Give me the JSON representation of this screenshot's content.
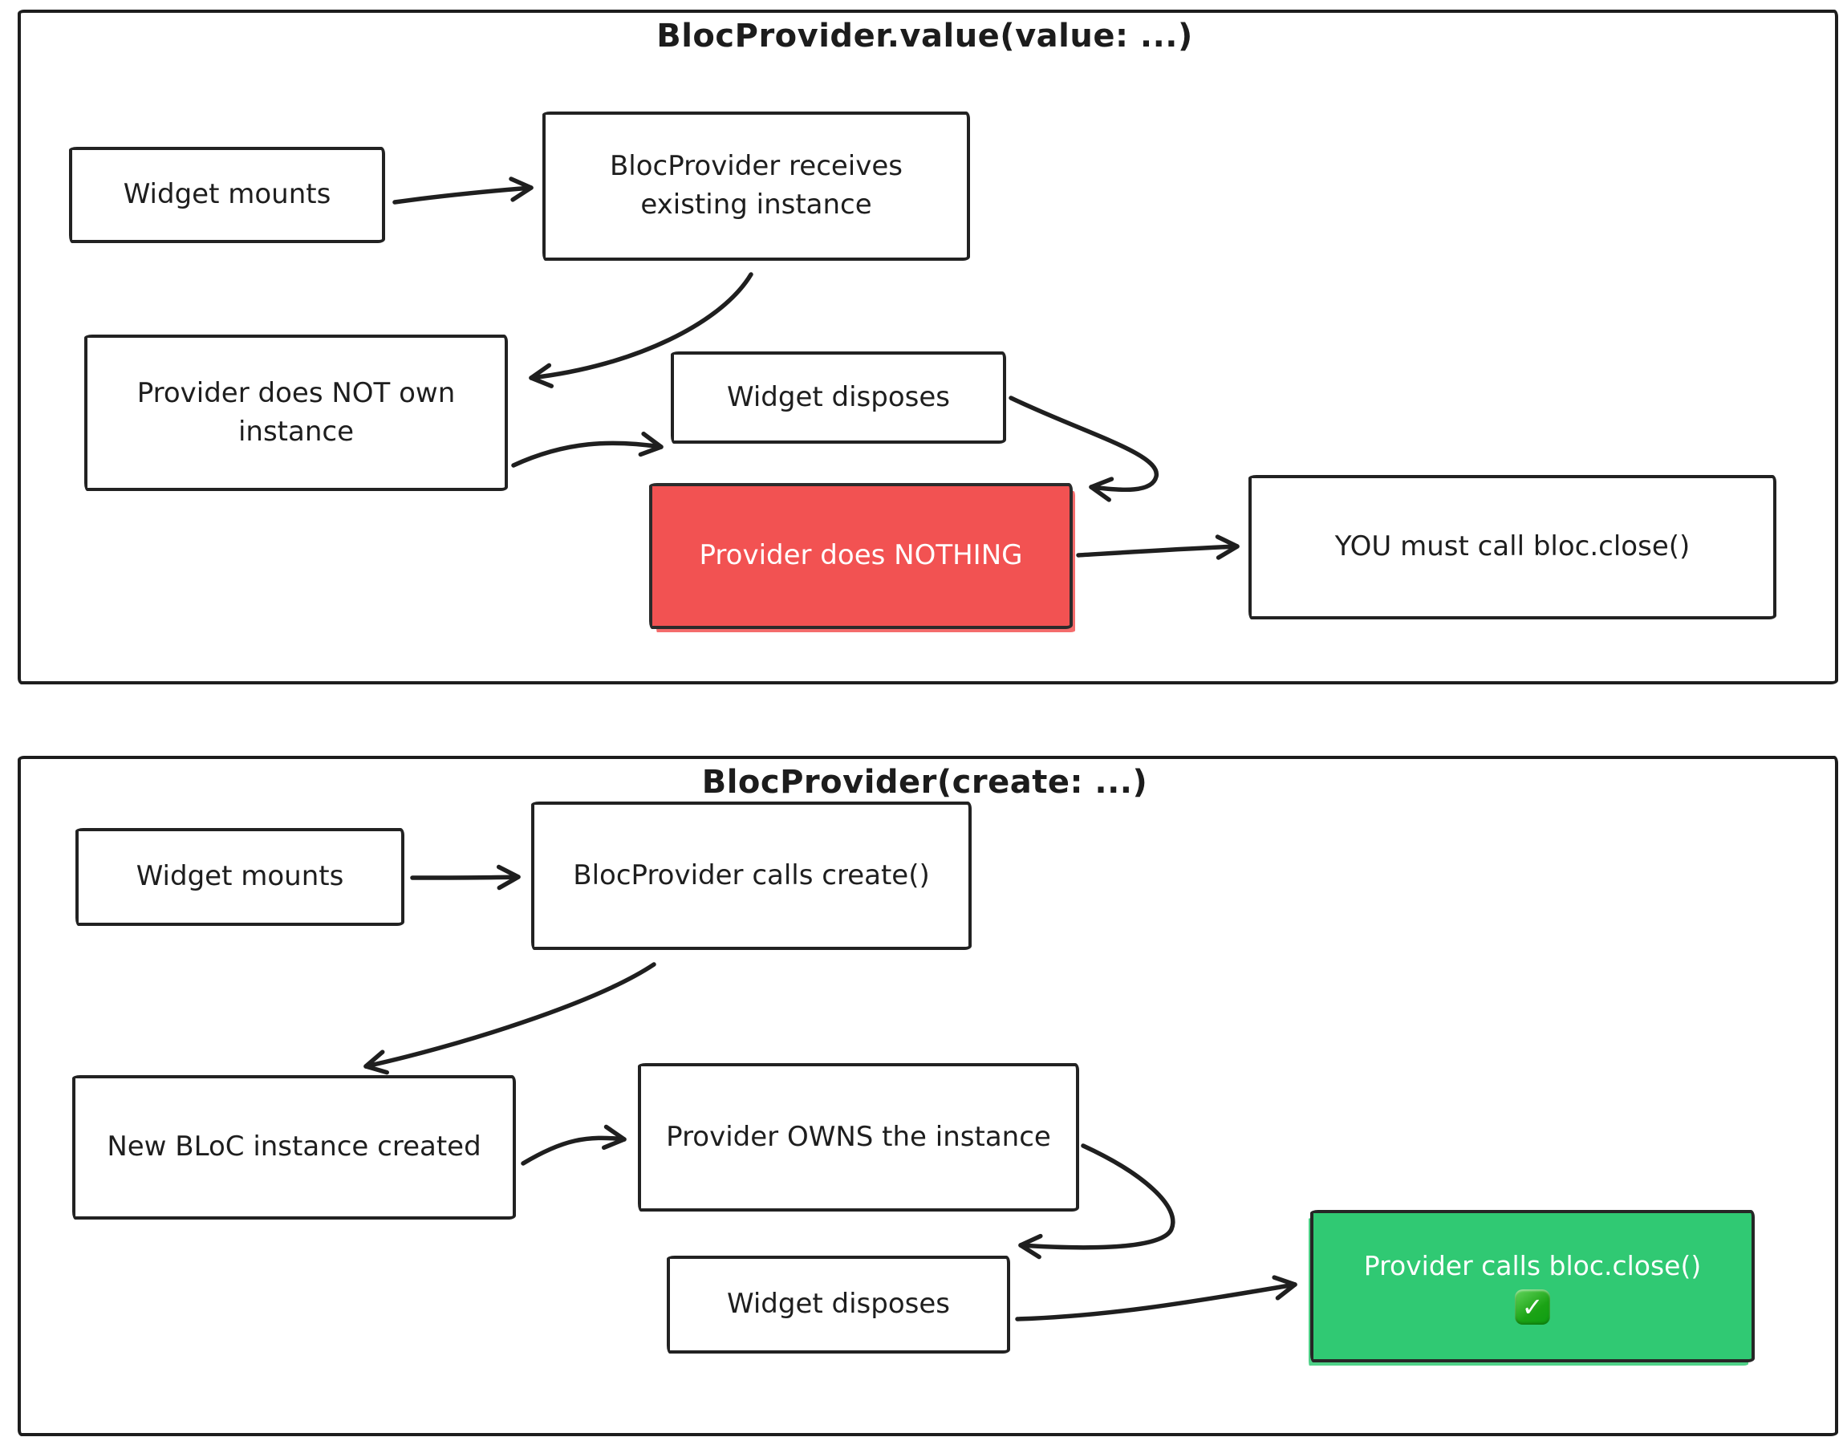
{
  "panels": [
    {
      "title": "BlocProvider.value(value: ...)",
      "nodes": {
        "widget_mounts": "Widget mounts",
        "receives": "BlocProvider receives existing instance",
        "not_own": "Provider does NOT own instance",
        "disposes": "Widget disposes",
        "nothing": "Provider does NOTHING",
        "you_close": "YOU must call bloc.close()"
      }
    },
    {
      "title": "BlocProvider(create: ...)",
      "nodes": {
        "widget_mounts": "Widget mounts",
        "calls_create": "BlocProvider calls create()",
        "new_instance": "New BLoC instance created",
        "owns": "Provider OWNS the instance",
        "disposes": "Widget disposes",
        "provider_close": "Provider calls bloc.close()",
        "check": "✓"
      }
    }
  ],
  "colors": {
    "stroke": "#1f1f1f",
    "danger_fill": "#f25252",
    "success_fill": "#30c973",
    "check_badge_fill": "#1ba315"
  }
}
